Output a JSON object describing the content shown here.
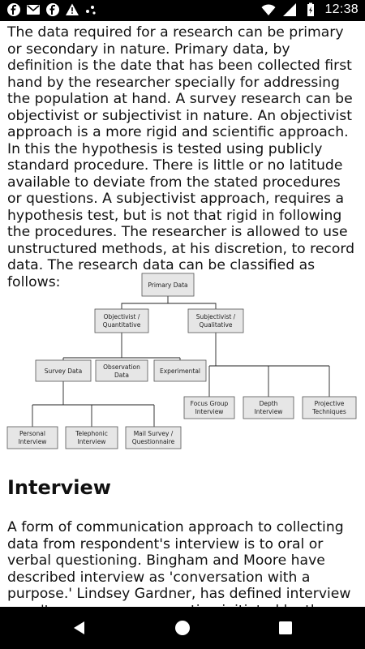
{
  "status_bar": {
    "time": "12:38",
    "left_icons": [
      "facebook-icon",
      "gmail-icon",
      "facebook-icon",
      "warning-icon",
      "dots-icon"
    ],
    "right_icons": [
      "wifi-icon",
      "signal-icon",
      "battery-charging-icon"
    ]
  },
  "article": {
    "intro": "The data required for a research can be primary or secondary in nature. Primary data, by definition is the date that has been collected first hand by the researcher specially for addressing the population at hand. A survey research can be objectivist or subjectivist in nature. An objectivist approach is a more rigid and scientific approach. In this the hypothesis is tested using publicly standard procedure. There is little or no latitude available to deviate from the stated procedures or questions. A subjectivist approach, requires a hypothesis test, but is not that rigid in following the procedures. The researcher is allowed to use unstructured methods, at his discretion, to record data. The research data can be classified as follows:",
    "diagram": {
      "primary": "Primary Data",
      "objectivist_1": "Objectivist /",
      "objectivist_2": "Quantitative",
      "subjectivist_1": "Subjectivist /",
      "subjectivist_2": "Qualitative",
      "survey": "Survey Data",
      "observation_1": "Observation",
      "observation_2": "Data",
      "experimental": "Experimental",
      "focus_1": "Focus Group",
      "focus_2": "Interview",
      "depth_1": "Depth",
      "depth_2": "Interview",
      "projective_1": "Projective",
      "projective_2": "Techniques",
      "personal_1": "Personal",
      "personal_2": "Interview",
      "telephonic_1": "Telephonic",
      "telephonic_2": "Interview",
      "mail_1": "Mail Survey /",
      "mail_2": "Questionnaire"
    },
    "heading": "Interview",
    "body": "A form of communication approach to collecting data from respondent's interview is to oral or verbal questioning. Bingham and Moore have described interview as 'conversation with a purpose.' Lindsey Gardner, has defined interview as a 'two-person conversation initiated by the interviewer for the specific"
  },
  "colors": {
    "status_bar_bg": "#000000",
    "nav_bar_bg": "#000000",
    "node_fill": "#e6e6e6"
  },
  "nav_bar": {
    "icons": [
      "back-icon",
      "home-icon",
      "recents-icon"
    ]
  }
}
